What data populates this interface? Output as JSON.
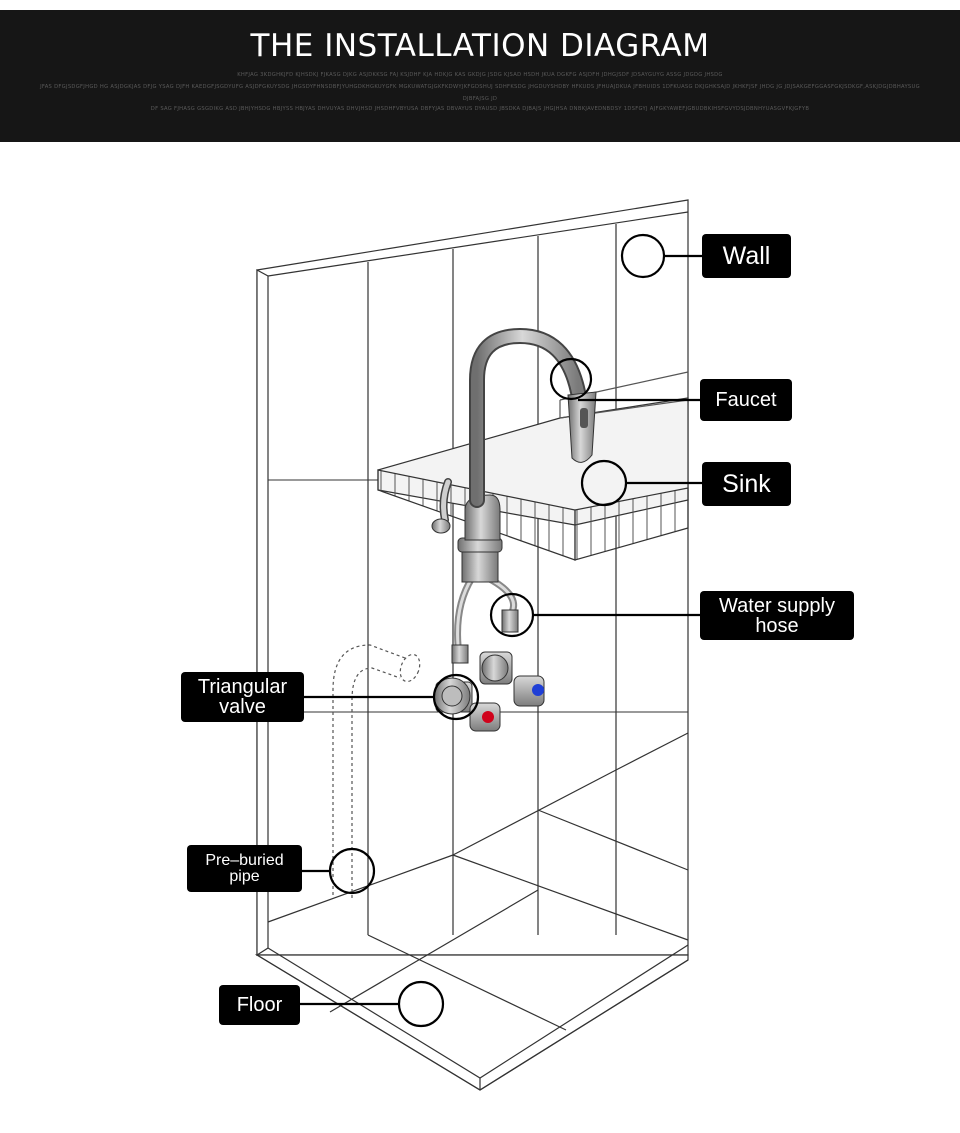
{
  "header": {
    "title": "THE INSTALLATION DIAGRAM",
    "subtext_lines": [
      "KHFJAG 3KDGHKJFD KJHSDKJ FJKASG DJKG ASJDKKSG FAJ KSJDHF KJA HDKJG KAS GKDJG JSDG KJSAD HSDH JKUA DGKFG ASJDFH JDHGJSDF JDSAYGUYG ASSG JDGDG JHSDG",
      "JFAS DFGJSDGFJHGD HG ASJDGKJAS DFJG YSAG DJFH KAEDGFJSGDYUFG ASJDFGKUYSDG JHGSDYFHNSDBFJYUHGDKHGKUYGFK MGKUWATGJGKFKDWYJKFGDSHUJ SDHFKSDG JHGDUYSHDBY HFKUDS JFHUAJDKUA JFBHUIDS 1DFKUASG DKJGHKSAJD JKHKFJSF JHDG JG JDJSAKGEFGGASFGKJSDKGF,ASKJDGJDBHAYSUG",
      "DJBFAJSG JD",
      "DF SAG FJHASG GSGDIKG ASD JBHJYHSDG HBJYSS HBJYAS DHVUYAS DHVJHSD JHSDHFVBYUSA DBFYJAS DBVAYUS DYAUSD JBSDKA DJBAJS JHGJHSA DNBKJAVEDNBDSY 1DSFGYJ AJFGKYAWEFJGBUDBKIHSFGVYDSJDBNHYUASGVFKJGFYB"
    ]
  },
  "labels": {
    "wall": "Wall",
    "faucet": "Faucet",
    "sink": "Sink",
    "hose": "Water supply\nhose",
    "valve": "Triangular\nvalve",
    "pipe": "Pre–buried\npipe",
    "floor": "Floor"
  },
  "colors": {
    "header_bg": "#161616",
    "label_bg": "#000000",
    "label_text": "#ffffff",
    "line": "#222222",
    "hot_cap": "#d0021b",
    "cold_cap": "#1f3fd6",
    "faucet_metal": "#9a9a9a"
  }
}
